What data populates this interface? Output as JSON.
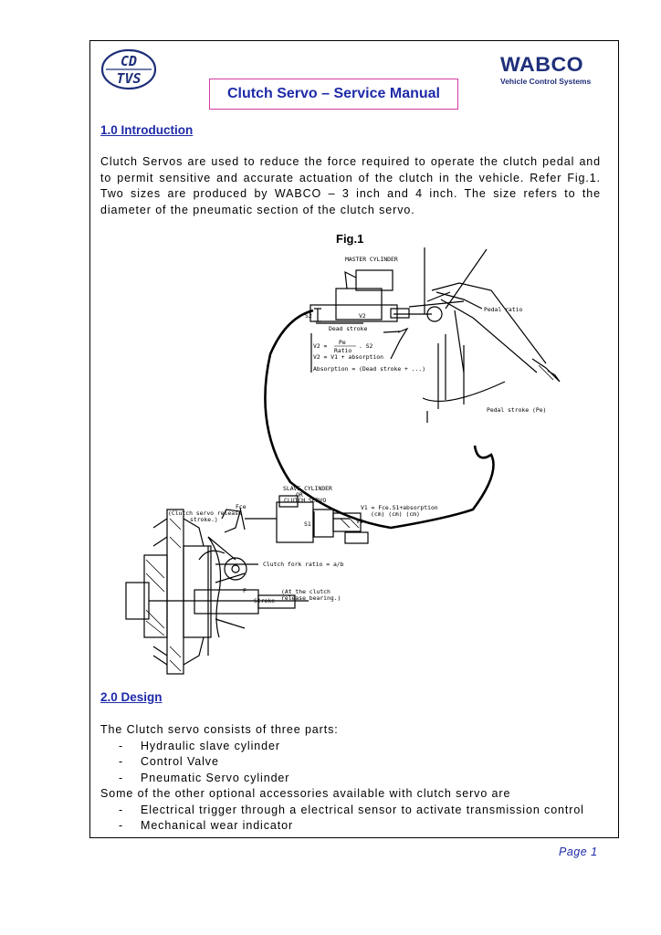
{
  "logo_left": {
    "line1": "CD",
    "line2": "TVS"
  },
  "logo_right": {
    "brand": "WABCO",
    "tagline": "Vehicle Control Systems"
  },
  "title": "Clutch Servo – Service Manual",
  "section1": {
    "heading": "1.0 Introduction",
    "body": "Clutch Servos are used to reduce the force required to operate the clutch pedal and to permit sensitive and accurate actuation of the clutch in the vehicle. Refer Fig.1. Two sizes are produced by WABCO – 3 inch and 4 inch. The size refers to the diameter of the pneumatic section of the clutch servo."
  },
  "figure": {
    "label": "Fig.1",
    "labels": {
      "master_cylinder": "MASTER CYLINDER",
      "pedal_ratio": "Pedal ratio",
      "s2": "S2",
      "v2_mark": "V2",
      "dead_stroke": "Dead stroke",
      "v2_formula_a": "V2 =",
      "v2_formula_num": "Pe",
      "v2_formula_den": "Ratio",
      "v2_formula_b": ". S2",
      "v2_absorption": "V2 = V1 + absorption",
      "absorption": "Absorption = (Dead stroke + ...)",
      "pedal_stroke": "Pedal stroke (Pe)",
      "slave_cylinder_1": "SLAVE CYLINDER",
      "slave_cylinder_2": "OR",
      "slave_cylinder_3": "CLUTCH SERVO",
      "fce": "Fce",
      "clutch_servo_release_1": "(Clutch servo release",
      "clutch_servo_release_2": "stroke.)",
      "v1_formula": "V1 = Fce.S1+absorption",
      "v1_units": "(cm)   (cm) (cm)",
      "s1": "S1",
      "v1_mark": "V1",
      "clutch_fork_ratio": "Clutch fork ratio = a/b",
      "f_mark": "F",
      "stroke": "Stroke",
      "release_bearing_1": "(At the clutch",
      "release_bearing_2": "release bearing.)"
    }
  },
  "section2": {
    "heading": "2.0 Design",
    "intro": "The Clutch servo consists of three parts:",
    "parts": [
      "Hydraulic slave cylinder",
      "Control Valve",
      "Pneumatic Servo cylinder"
    ],
    "accessories_intro": "Some of the other optional accessories available with clutch servo are",
    "accessories": [
      "Electrical trigger through a electrical sensor to activate transmission control",
      "Mechanical wear indicator"
    ]
  },
  "footer": {
    "page": "Page 1"
  },
  "colors": {
    "heading": "#1e2aa8",
    "title_border": "#d33ba4",
    "brand": "#1f2f7a"
  }
}
